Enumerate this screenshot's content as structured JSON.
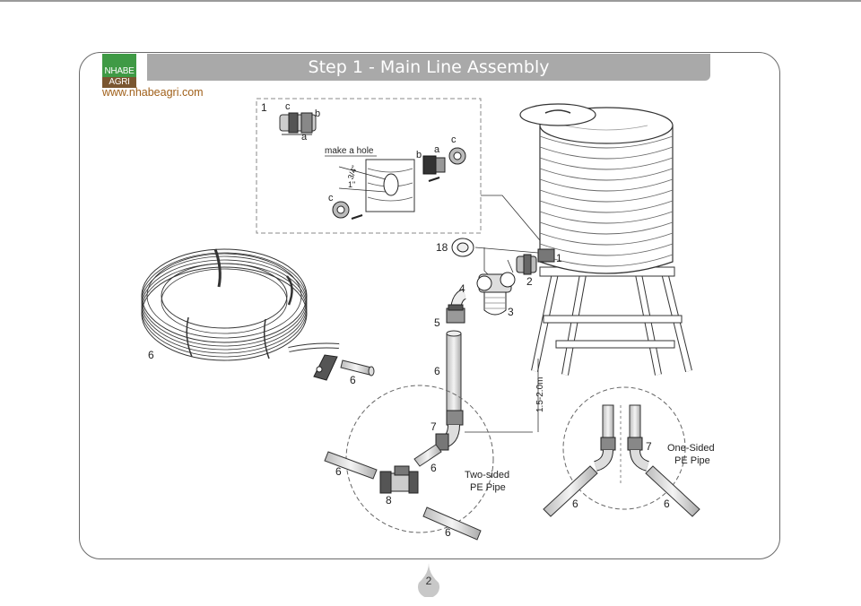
{
  "document": {
    "title": "Step 1 - Main Line Assembly",
    "website": "www.nhabeagri.com",
    "page_number": "2"
  },
  "logo": {
    "line1": "NHABE",
    "line2": "AGRI",
    "color_green": "#3f9a45",
    "color_brown": "#7a5630"
  },
  "detail_box": {
    "part_number": "1",
    "label_a": "a",
    "label_b": "b",
    "label_c": "c",
    "hole_note": "make a hole",
    "size_34": "3/4\"",
    "size_1": "1\""
  },
  "callouts": {
    "n1": "1",
    "n2": "2",
    "n3": "3",
    "n4": "4",
    "n5": "5",
    "n6": "6",
    "n7": "7",
    "n8": "8",
    "n18": "18"
  },
  "height_dimension": "1.5-2.0m",
  "two_sided": {
    "line1": "Two-sided",
    "line2": "PE Pipe"
  },
  "one_sided": {
    "line1": "One-Sided",
    "line2": "PE Pipe"
  }
}
